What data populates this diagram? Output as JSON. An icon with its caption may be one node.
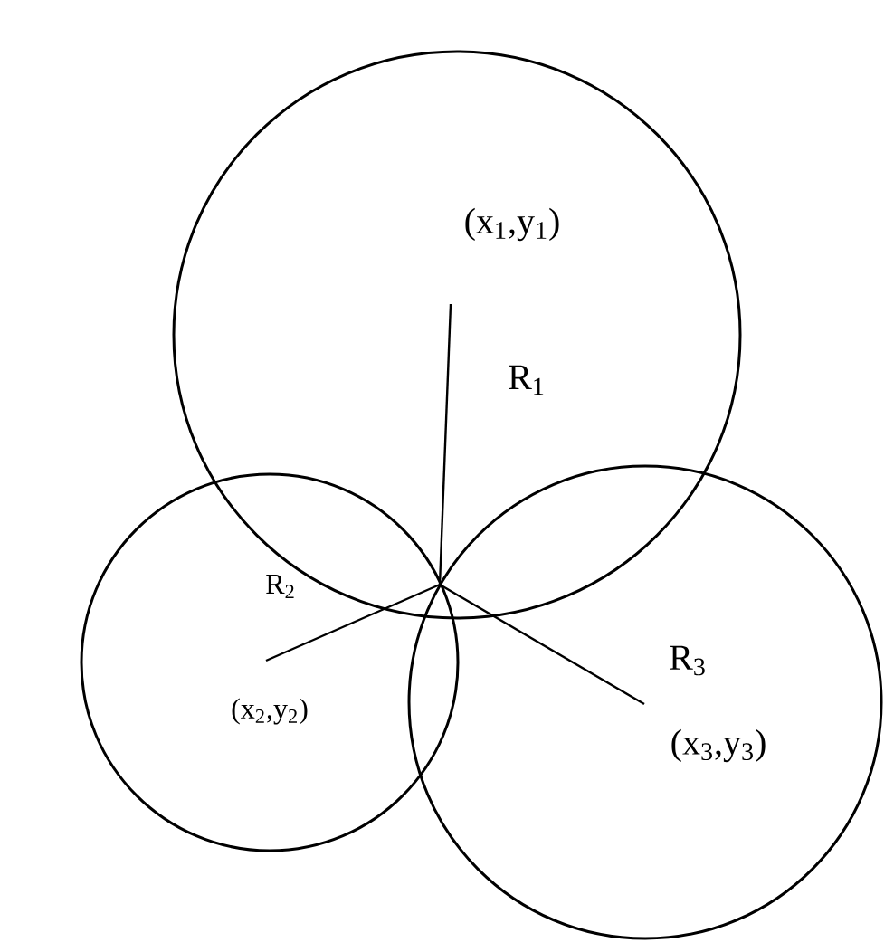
{
  "diagram": {
    "nodes": [
      {
        "text": [
          "(x$_{1}$,y$_{1}$)"
        ]
      },
      {
        "text": [
          "(x$_{2}$,y$_{2}$)"
        ]
      },
      {
        "text": [
          "(x$_{3}$,y$_{3}$)"
        ]
      }
    ],
    "labels": [
      "R$_{1}$",
      "R$_{2}$",
      "R$_{3}$"
    ]
  }
}
